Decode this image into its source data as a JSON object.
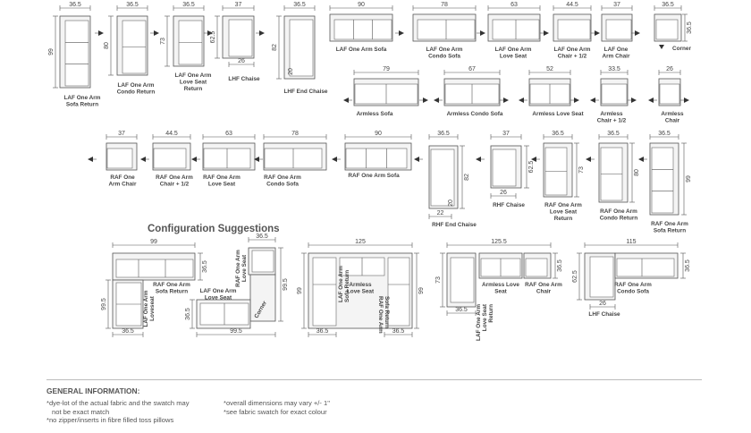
{
  "row1": [
    {
      "dim": "36.5",
      "side": "99",
      "label": [
        "LAF One Arm",
        "Sofa Return"
      ]
    },
    {
      "dim": "36.5",
      "side": "80",
      "label": [
        "LAF One Arm",
        "Condo Return"
      ]
    },
    {
      "dim": "36.5",
      "side": "73",
      "label": [
        "LAF One Arm",
        "Love Seat",
        "Return"
      ]
    },
    {
      "dim": "37",
      "side": "62.5",
      "inner": "26",
      "label": [
        "LHF Chaise"
      ]
    },
    {
      "dim": "36.5",
      "side": "82",
      "inner": "20",
      "label": [
        "LHF End Chaise"
      ]
    },
    {
      "dim": "90",
      "label": [
        "LAF One Arm Sofa"
      ]
    },
    {
      "dim": "78",
      "label": [
        "LAF One Arm",
        "Condo Sofa"
      ]
    },
    {
      "dim": "63",
      "label": [
        "LAF One Arm",
        "Love Seat"
      ]
    },
    {
      "dim": "44.5",
      "label": [
        "LAF One Arm",
        "Chair + 1/2"
      ]
    },
    {
      "dim": "37",
      "label": [
        "LAF One",
        "Arm Chair"
      ]
    },
    {
      "dim": "36.5",
      "side": "36.5",
      "label": [
        "Corner"
      ]
    }
  ],
  "armless": [
    {
      "dim": "79",
      "label": [
        "Armless Sofa"
      ]
    },
    {
      "dim": "67",
      "label": [
        "Armless Condo Sofa"
      ]
    },
    {
      "dim": "52",
      "label": [
        "Armless Love Seat"
      ]
    },
    {
      "dim": "33.5",
      "label": [
        "Armless",
        "Chair + 1/2"
      ]
    },
    {
      "dim": "26",
      "label": [
        "Armless",
        "Chair"
      ]
    }
  ],
  "row3": [
    {
      "dim": "37",
      "label": [
        "RAF One",
        "Arm Chair"
      ]
    },
    {
      "dim": "44.5",
      "label": [
        "RAF One Arm",
        "Chair + 1/2"
      ]
    },
    {
      "dim": "63",
      "label": [
        "RAF One Arm",
        "Love Seat"
      ]
    },
    {
      "dim": "78",
      "label": [
        "RAF One Arm",
        "Condo Sofa"
      ]
    },
    {
      "dim": "90",
      "label": [
        "RAF One Arm Sofa"
      ]
    },
    {
      "dim": "36.5",
      "side": "82",
      "inner": "20",
      "bottom": "22",
      "label": [
        "RHF End Chaise"
      ]
    },
    {
      "dim": "37",
      "side": "62.5",
      "inner": "26",
      "label": [
        "RHF Chaise"
      ]
    },
    {
      "dim": "36.5",
      "side": "73",
      "label": [
        "RAF One Arm",
        "Love Seat",
        "Return"
      ]
    },
    {
      "dim": "36.5",
      "side": "80",
      "label": [
        "RAF One Arm",
        "Condo Return"
      ]
    },
    {
      "dim": "36.5",
      "side": "99",
      "label": [
        "RAF One Arm",
        "Sofa Return"
      ]
    }
  ],
  "config_title": "Configuration Suggestions",
  "configs": {
    "c1": {
      "top": "99",
      "right": "36.5",
      "bottom": "36.5",
      "label_a": [
        "RAF One Arm",
        "Sofa Return"
      ],
      "label_b": [
        "LAF One Arm",
        "Loveseat"
      ],
      "side": "99.5"
    },
    "c2": {
      "top": "36.5",
      "right": "99.5",
      "left": "36.5",
      "bottom": "99.5",
      "label_a": [
        "LAF One Arm",
        "Love Seat"
      ],
      "label_b": [
        "RAF One Arm",
        "Love Seat"
      ],
      "label_c": "Corner"
    },
    "c3": {
      "top": "125",
      "left": "99",
      "right": "99",
      "bl": "36.5",
      "br": "36.5",
      "label_a": [
        "Armless",
        "Love Seat"
      ],
      "label_b": [
        "LAF One Arm",
        "Sofa Return"
      ],
      "label_c": [
        "RAF One Arm",
        "Sofa Return"
      ]
    },
    "c4": {
      "top": "125.5",
      "left": "73",
      "right": "36.5",
      "bl": "36.5",
      "label_a": [
        "Armless Love",
        "Seat"
      ],
      "label_b": [
        "RAF One Arm",
        "Chair"
      ],
      "label_c": [
        "LAF One Arm",
        "Love Seat",
        "Return"
      ]
    },
    "c5": {
      "top": "115",
      "left": "62.5",
      "right": "36.5",
      "bl": "26",
      "label_a": [
        "RAF One Arm",
        "Condo Sofa"
      ],
      "label_b": "LHF Chaise"
    }
  },
  "general": {
    "title": "GENERAL INFORMATION:",
    "left": [
      "*dye-lot of the actual fabric and the swatch may",
      "  not be exact match",
      "*no zipper/inserts in fibre filled toss pillows"
    ],
    "right": [
      "*overall dimensions may vary +/- 1\"",
      "*see fabric swatch for exact colour"
    ]
  }
}
